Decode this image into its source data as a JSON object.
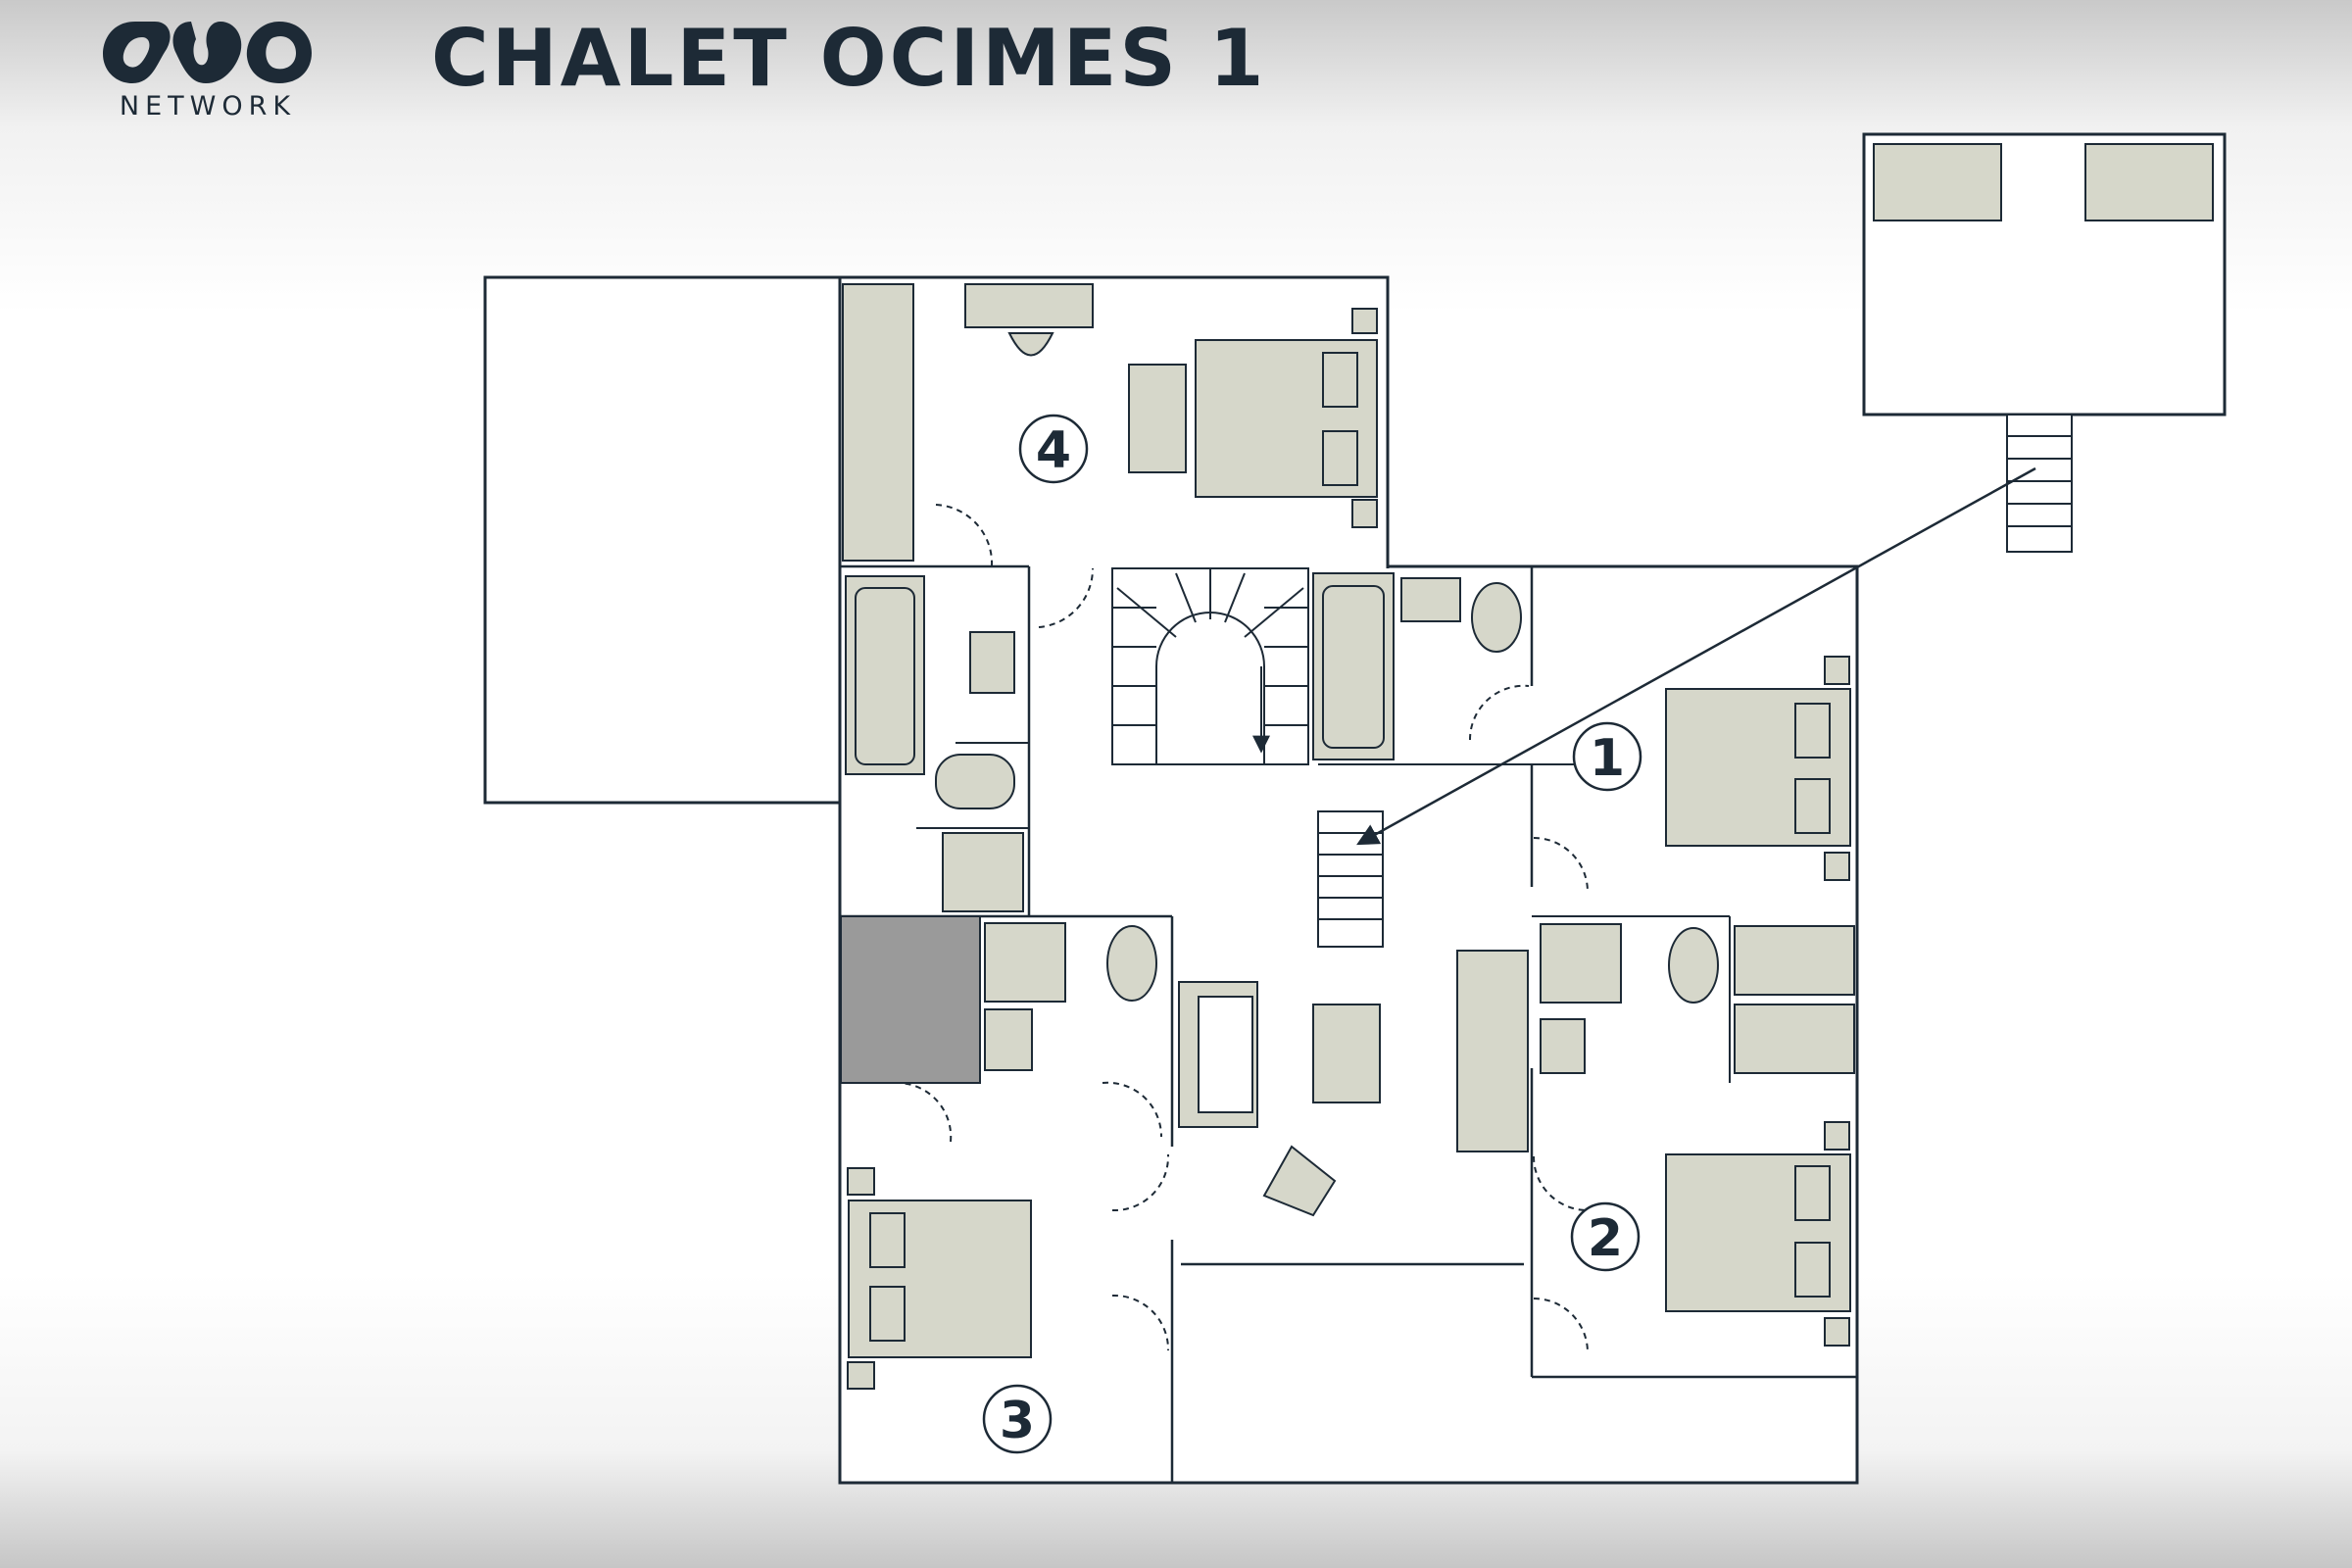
{
  "brand": {
    "name": "NETWORK",
    "logo_icon": "ovo-logo-icon",
    "color": "#1d2a36"
  },
  "title": "CHALET OCIMES 1",
  "rooms": [
    {
      "label": "4"
    },
    {
      "label": "1"
    },
    {
      "label": "2"
    },
    {
      "label": "3"
    }
  ],
  "colors": {
    "wall": "#1d2a36",
    "furniture_fill": "#d6d7ca",
    "shaded_room": "#9a9a9a",
    "background": "#ffffff"
  }
}
